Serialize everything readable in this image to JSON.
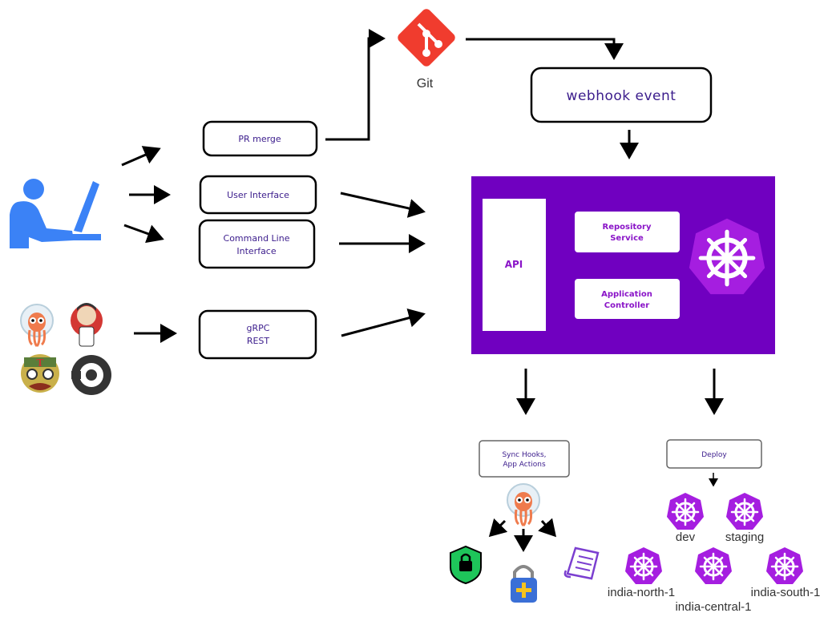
{
  "git": {
    "label": "Git"
  },
  "webhook": {
    "label": "webhook event"
  },
  "inputs": {
    "pr_merge": "PR merge",
    "user_interface": "User Interface",
    "cli_line1": "Command Line",
    "cli_line2": "Interface",
    "grpc_line1": "gRPC",
    "grpc_line2": "REST"
  },
  "argocd": {
    "api": "API",
    "repo_line1": "Repository",
    "repo_line2": "Service",
    "app_line1": "Application",
    "app_line2": "Controller",
    "bg_color": "#7000c0"
  },
  "sync": {
    "line1": "Sync Hooks,",
    "line2": "App Actions"
  },
  "deploy": {
    "label": "Deploy"
  },
  "clusters": {
    "dev": "dev",
    "staging": "staging",
    "north": "india-north-1",
    "central": "india-central-1",
    "south": "india-south-1",
    "color": "#a51ee0"
  },
  "icons": [
    "user-at-computer-icon",
    "git-icon",
    "argo-octopus-icon",
    "jenkins-icon",
    "travis-icon",
    "circleci-icon",
    "kubernetes-helm-icon",
    "shield-lock-icon",
    "padlock-plus-icon",
    "document-scroll-icon"
  ]
}
